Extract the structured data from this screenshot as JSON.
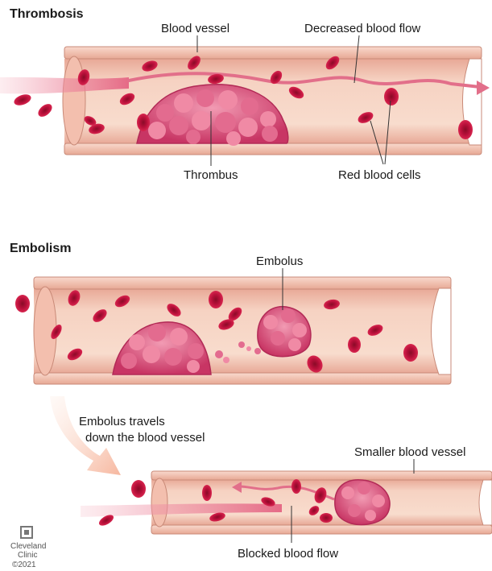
{
  "thrombosis": {
    "title": "Thrombosis",
    "labels": {
      "blood_vessel": "Blood vessel",
      "decreased_flow": "Decreased blood flow",
      "thrombus": "Thrombus",
      "red_blood_cells": "Red blood cells"
    }
  },
  "embolism": {
    "title": "Embolism",
    "labels": {
      "embolus": "Embolus",
      "travels_line1": "Embolus travels",
      "travels_line2": "down the blood vessel",
      "smaller_vessel": "Smaller blood vessel",
      "blocked_flow": "Blocked blood flow"
    }
  },
  "logo": {
    "line1": "Cleveland",
    "line2": "Clinic",
    "year": "©2021"
  },
  "colors": {
    "vessel_wall": "#f3c3b4",
    "vessel_wall_dark": "#c98a78",
    "vessel_inner": "#f7d3c2",
    "blood_cell": "#c4123a",
    "blood_cell_dark": "#8e0a27",
    "clot": "#d6436a",
    "clot_light": "#f08aa5",
    "flow_arrow": "#e87a92"
  }
}
